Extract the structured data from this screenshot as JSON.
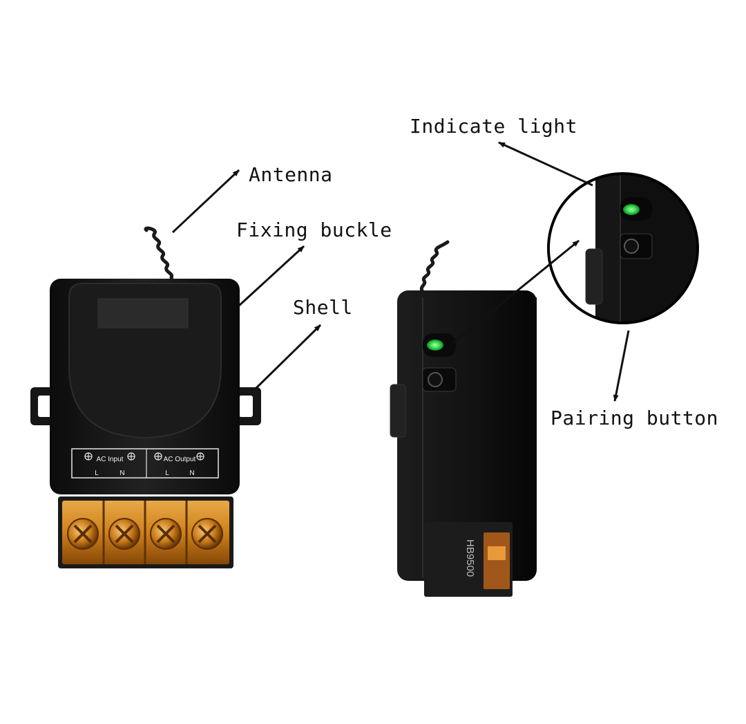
{
  "labels": {
    "antenna": "Antenna",
    "fixing_buckle": "Fixing buckle",
    "shell": "Shell",
    "indicate_light": "Indicate light",
    "pairing_button": "Pairing button"
  },
  "terminal_panel": {
    "input_label": "AC Input",
    "output_label": "AC Output",
    "terminals": [
      "L",
      "N",
      "L",
      "N"
    ]
  },
  "module_serial": "HB9500",
  "colors": {
    "shell": "#141414",
    "terminal_cover": "#d98a1c",
    "indicator": "#2ed84a"
  }
}
